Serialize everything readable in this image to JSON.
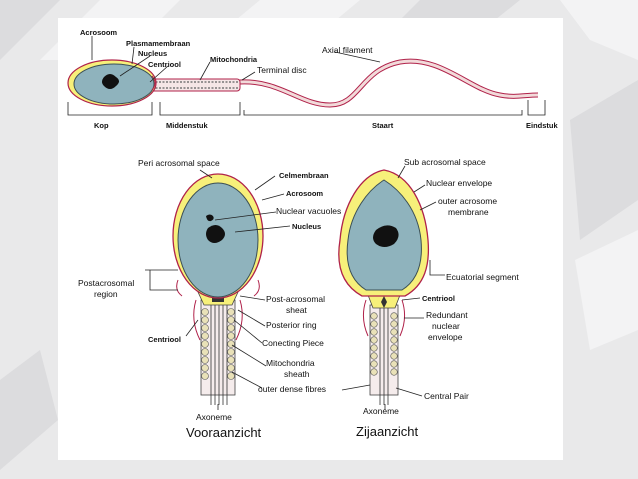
{
  "colors": {
    "background": "#e9e9ea",
    "card": "#ffffff",
    "nucleus_fill": "#8fb3bd",
    "acrosome": "#e8e070",
    "membrane": "#b0224a",
    "tail": "#f2dada"
  },
  "top": {
    "acrosoom": "Acrosoom",
    "plasmamembraan": "Plasmamembraan",
    "nucleus": "Nucleus",
    "centriool": "Centriool",
    "mitochondria": "Mitochondria",
    "axial_filament": "Axial filament",
    "terminal_disc": "Terminal disc",
    "kop": "Kop",
    "middenstuk": "Middenstuk",
    "staart": "Staart",
    "eindstuk": "Eindstuk"
  },
  "front": {
    "peri_acrosomal_space": "Peri acrosomal space",
    "celmembraan": "Celmembraan",
    "acrosoom": "Acrosoom",
    "nuclear_vacuoles": "Nuclear vacuoles",
    "nucleus": "Nucleus",
    "postacrosomal_line1": "Postacrosomal",
    "postacrosomal_line2": "region",
    "centriool": "Centriool",
    "post_acrosomal_line1": "Post-acrosomal",
    "post_acrosomal_line2": "sheat",
    "posterior_ring": "Posterior ring",
    "connecting_piece": "Conecting Piece",
    "mito_line1": "Mitochondria",
    "mito_line2": "sheath",
    "outer_dense_fibres": "outer dense fibres",
    "axoneme": "Axoneme",
    "title": "Vooraanzicht"
  },
  "side": {
    "sub_acrosomal_space": "Sub acrosomal space",
    "nuclear_envelope": "Nuclear envelope",
    "outer_acrosome_line1": "outer acrosome",
    "outer_acrosome_line2": "membrane",
    "ecuatorial_segment": "Ecuatorial segment",
    "centriool": "Centriool",
    "redundant_line1": "Redundant",
    "redundant_line2": "nuclear",
    "redundant_line3": "envelope",
    "central_pair": "Central Pair",
    "axoneme": "Axoneme",
    "title": "Zijaanzicht"
  }
}
